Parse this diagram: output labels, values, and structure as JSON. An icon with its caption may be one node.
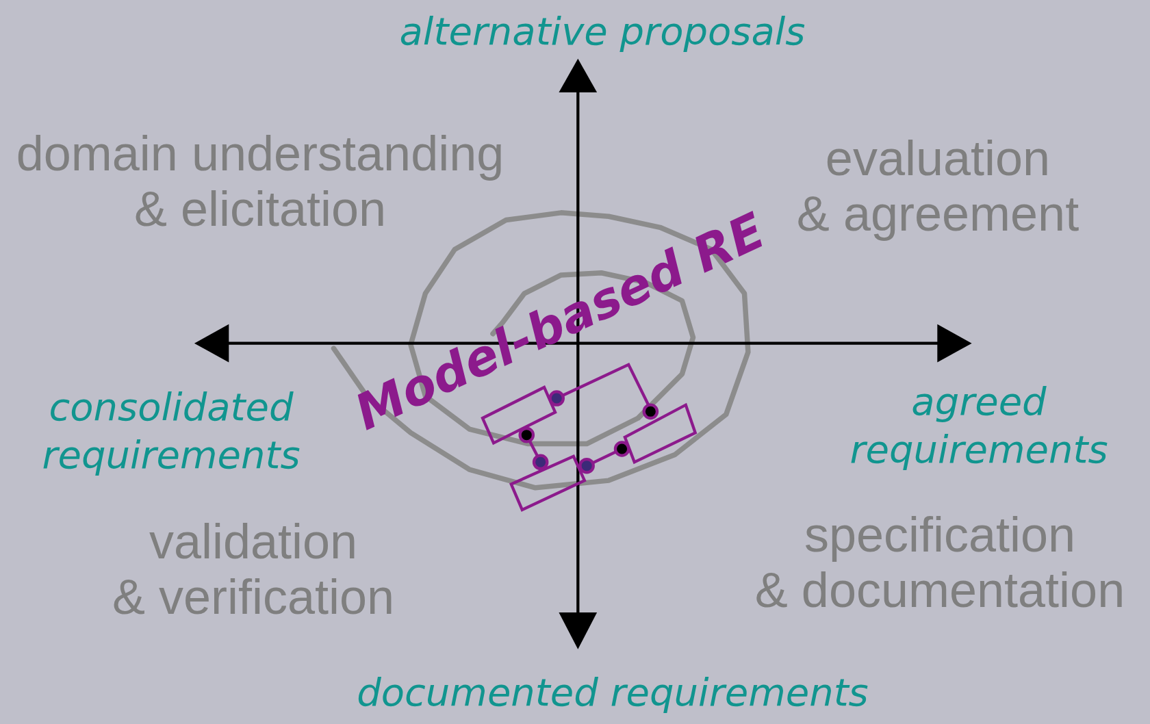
{
  "diagram": {
    "labels": [
      "alternative proposals",
      "domain understanding & elicitation",
      "evaluation & agreement",
      "Model-based RE",
      "consolidated requirements",
      "agreed requirements",
      "validation & verification",
      "specification & documentation",
      "documented requirements"
    ]
  }
}
